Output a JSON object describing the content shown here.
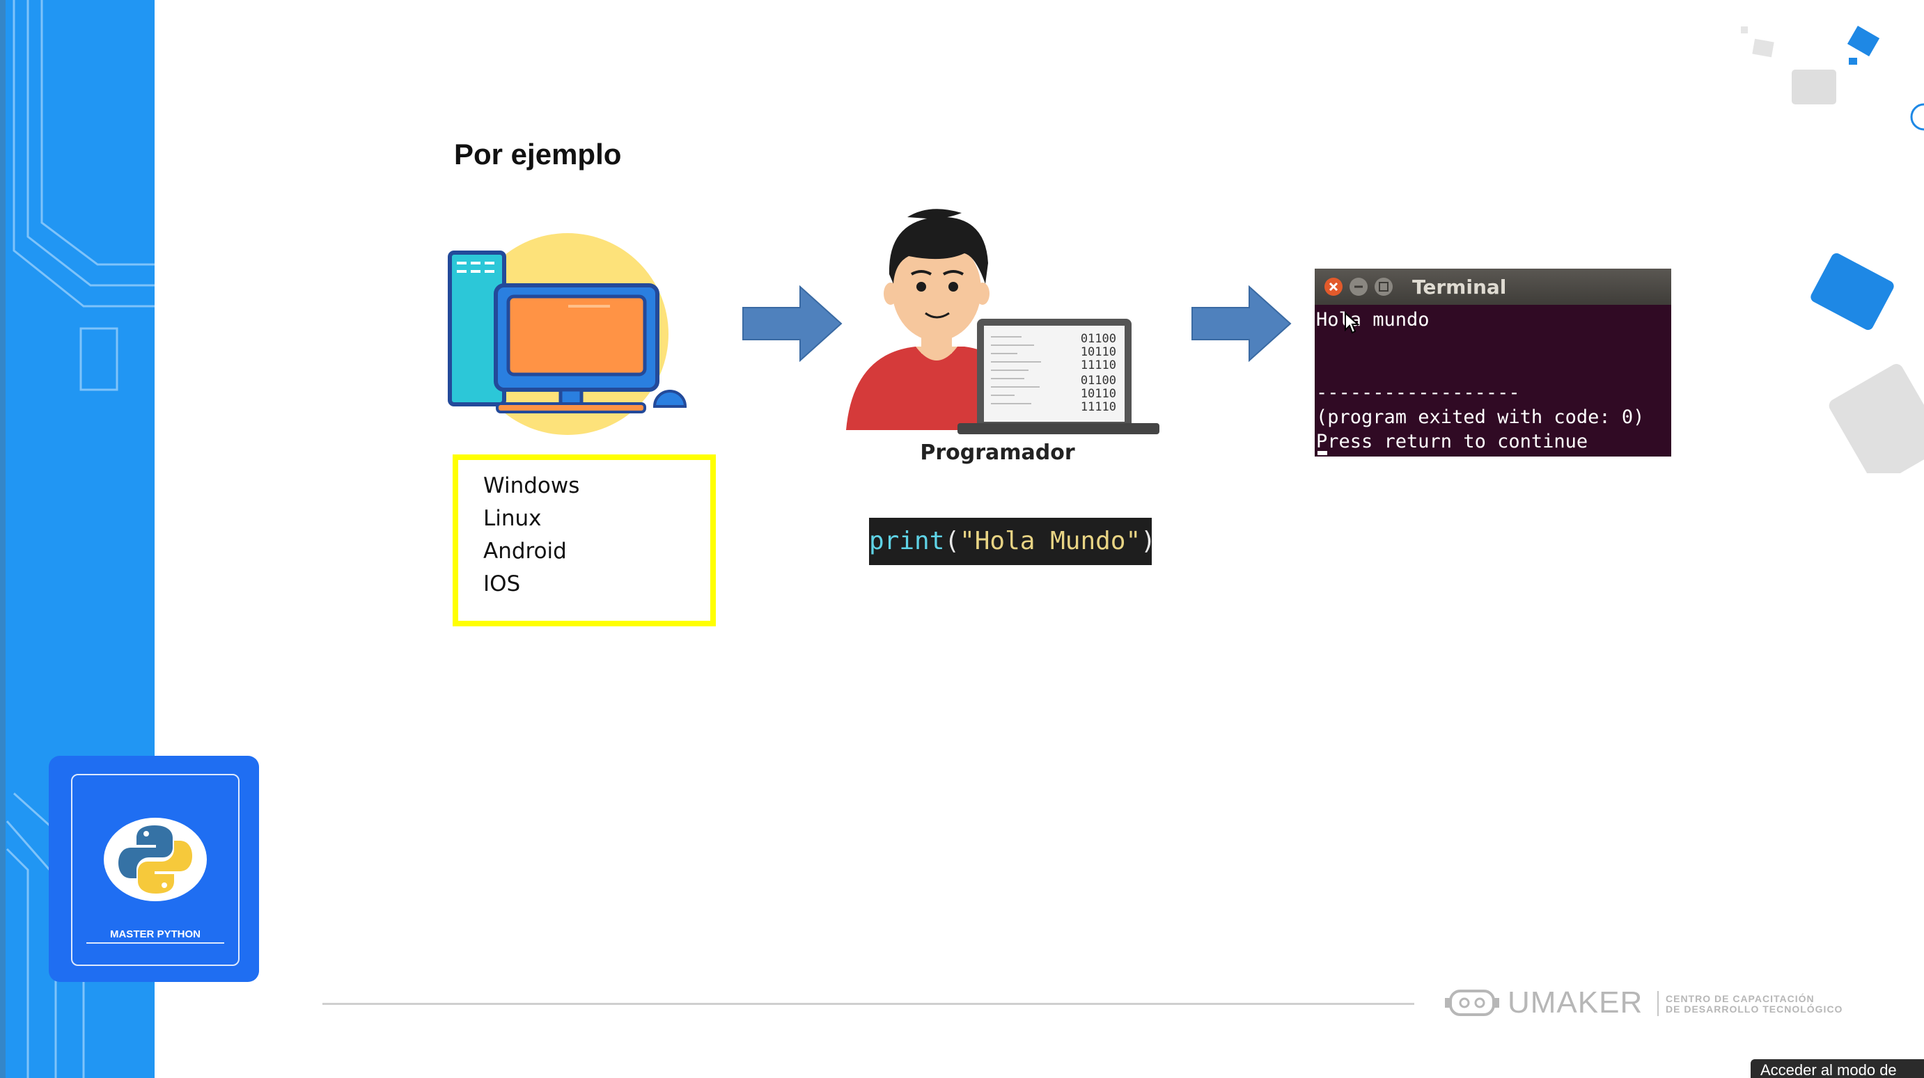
{
  "slide": {
    "title": "Por ejemplo",
    "os_list": [
      "Windows",
      "Linux",
      "Android",
      "IOS"
    ],
    "programmer_label": "Programador",
    "laptop_binary": [
      "01100",
      "10110",
      "11110",
      "01100",
      "10110",
      "11110"
    ]
  },
  "code": {
    "fn": "print",
    "open": "(",
    "string": "\"Hola Mundo\"",
    "close": ")"
  },
  "terminal": {
    "title": "Terminal",
    "lines": [
      "Hola mundo",
      "",
      "",
      "------------------",
      "(program exited with code: 0)",
      "Press return to continue"
    ]
  },
  "badge": {
    "label": "MASTER PYTHON"
  },
  "branding": {
    "name": "UMAKER",
    "tagline_1": "CENTRO DE CAPACITACIÓN",
    "tagline_2": "DE DESARROLLO TECNOLÓGICO"
  },
  "overlay": {
    "fullscreen_tooltip": "Acceder al modo de"
  },
  "colors": {
    "left_band": "#2196f3",
    "arrow": "#4f81bd",
    "highlight_box": "#ffff00",
    "terminal_bg": "#300a24",
    "badge": "#1f6ef2"
  }
}
